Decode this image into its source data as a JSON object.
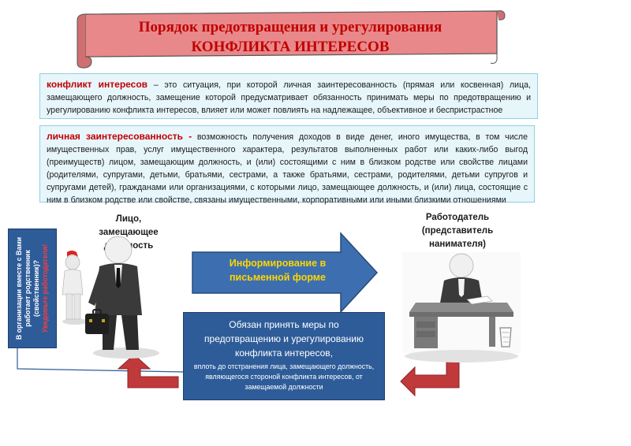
{
  "title": {
    "line1": "Порядок предотвращения и урегулирования",
    "line2": "КОНФЛИКТА ИНТЕРЕСОВ"
  },
  "definition_conflict": {
    "term": "конфликт интересов",
    "text": " – это ситуация, при которой личная заинтересованность (прямая или косвенная) лица, замещающего должность, замещение которой предусматривает обязанность принимать меры по предотвращению и урегулированию конфликта интересов, влияет или может повлиять на надлежащее, объективное и беспристрастное"
  },
  "definition_interest": {
    "term": "личная заинтересованность -",
    "text": "  возможность получения доходов в виде денег, иного имущества, в том числе имущественных прав, услуг имущественного характера, результатов выполненных работ или каких-либо выгод (преимуществ) лицом, замещающим должность, и (или) состоящими с ним в близком родстве или свойстве лицами (родителями, супругами, детьми, братьями, сестрами, а также братьями, сестрами, родителями, детьми супругов и супругами детей), гражданами или организациями, с которыми лицо, замещающее должность,  и (или) лица, состоящие с ним в близком родстве или свойстве, связаны имущественными, корпоративными или иными близкими отношениями"
  },
  "person_label": "Лицо, замещающее должность",
  "employer_label": "Работодатель (представитель нанимателя)",
  "vertical_note": {
    "white": "В организации вместе с Вами работает родственник (свойственник)?",
    "red": "Уведомьте работодателя!"
  },
  "inform_arrow": "Информирование в письменной форме",
  "obligation": {
    "main": "Обязан принять меры по предотвращению и урегулированию конфликта интересов,",
    "sub": "вплоть до отстранения лица, замещающего должность, являющегося стороной конфликта интересов, от замещаемой должности"
  },
  "colors": {
    "title_red": "#c00000",
    "banner_fill": "#e8888a",
    "box_blue": "#2e5c99",
    "arrow_yellow_text": "#ffd500",
    "def_bg": "#e7f6fb",
    "return_arrow_red": "#c0393b"
  }
}
